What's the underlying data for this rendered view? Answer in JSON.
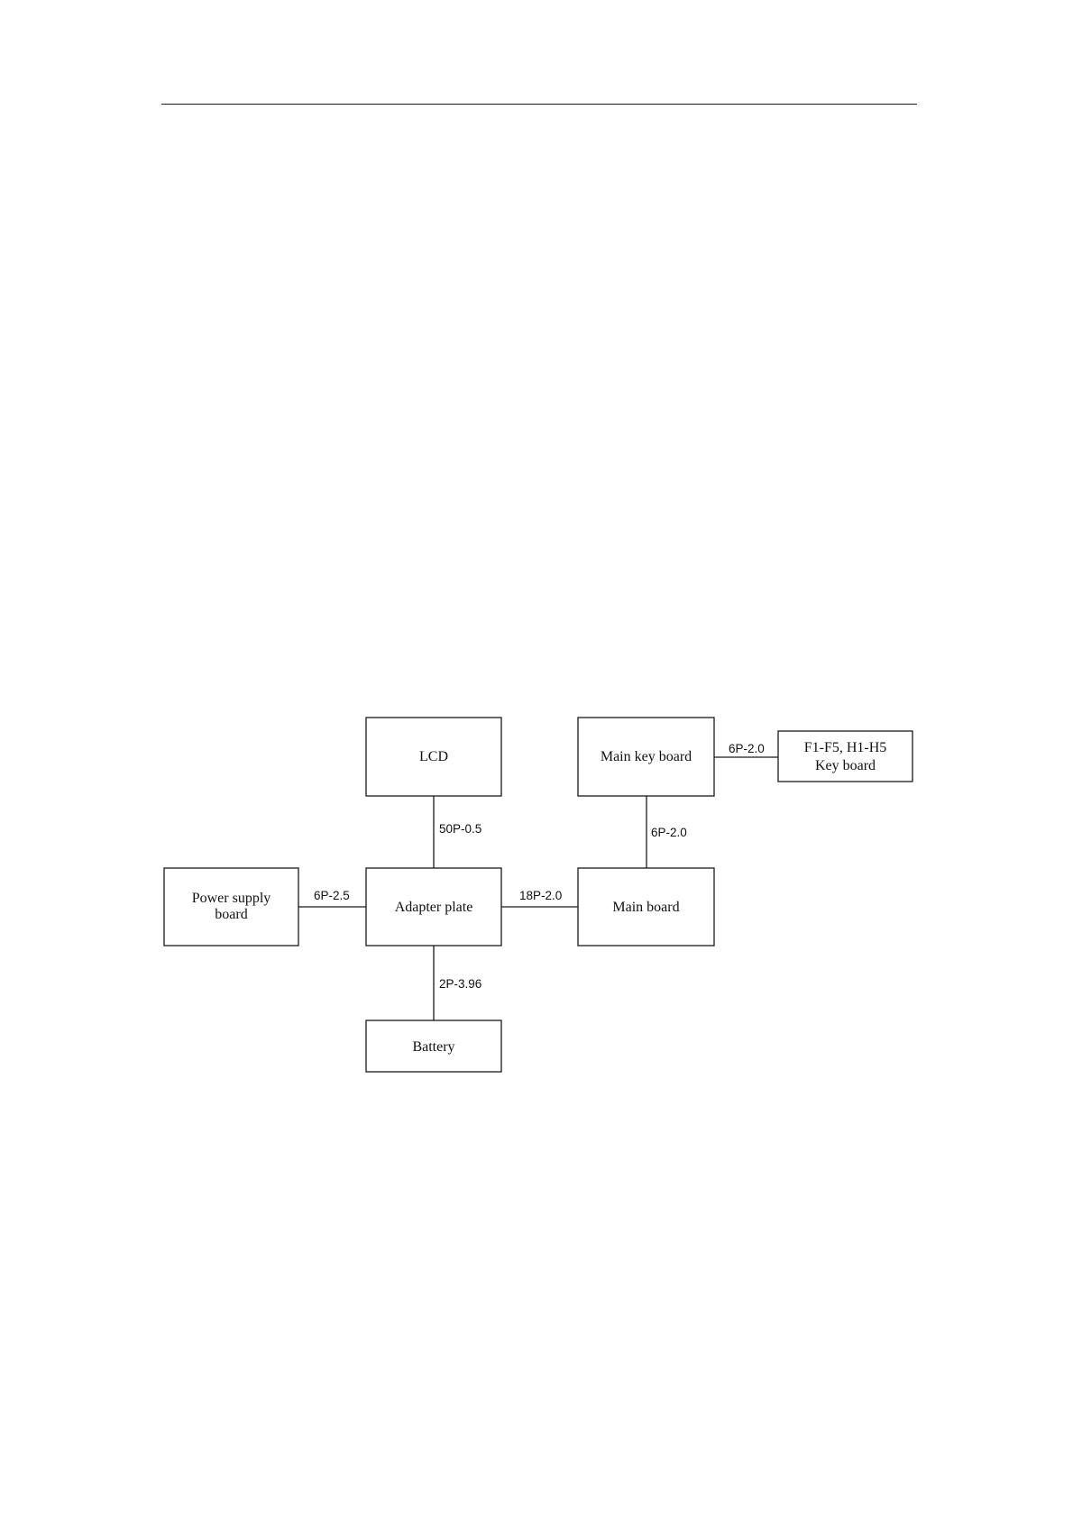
{
  "diagram": {
    "nodes": {
      "lcd": {
        "lines": [
          "LCD"
        ]
      },
      "main_key_board": {
        "lines": [
          "Main key board"
        ]
      },
      "fh_key_board": {
        "lines": [
          "F1-F5, H1-H5",
          "Key board"
        ]
      },
      "power_supply_board": {
        "lines": [
          "Power supply",
          "board"
        ]
      },
      "adapter_plate": {
        "lines": [
          "Adapter plate"
        ]
      },
      "main_board": {
        "lines": [
          "Main board"
        ]
      },
      "battery": {
        "lines": [
          "Battery"
        ]
      }
    },
    "connections": {
      "lcd_adapter": {
        "from": "lcd",
        "to": "adapter_plate",
        "label": "50P-0.5"
      },
      "mainkey_fh": {
        "from": "main_key_board",
        "to": "fh_key_board",
        "label": "6P-2.0"
      },
      "mainkey_mainboard": {
        "from": "main_key_board",
        "to": "main_board",
        "label": "6P-2.0"
      },
      "power_adapter": {
        "from": "power_supply_board",
        "to": "adapter_plate",
        "label": "6P-2.5"
      },
      "adapter_mainboard": {
        "from": "adapter_plate",
        "to": "main_board",
        "label": "18P-2.0"
      },
      "adapter_battery": {
        "from": "adapter_plate",
        "to": "battery",
        "label": "2P-3.96"
      }
    }
  }
}
